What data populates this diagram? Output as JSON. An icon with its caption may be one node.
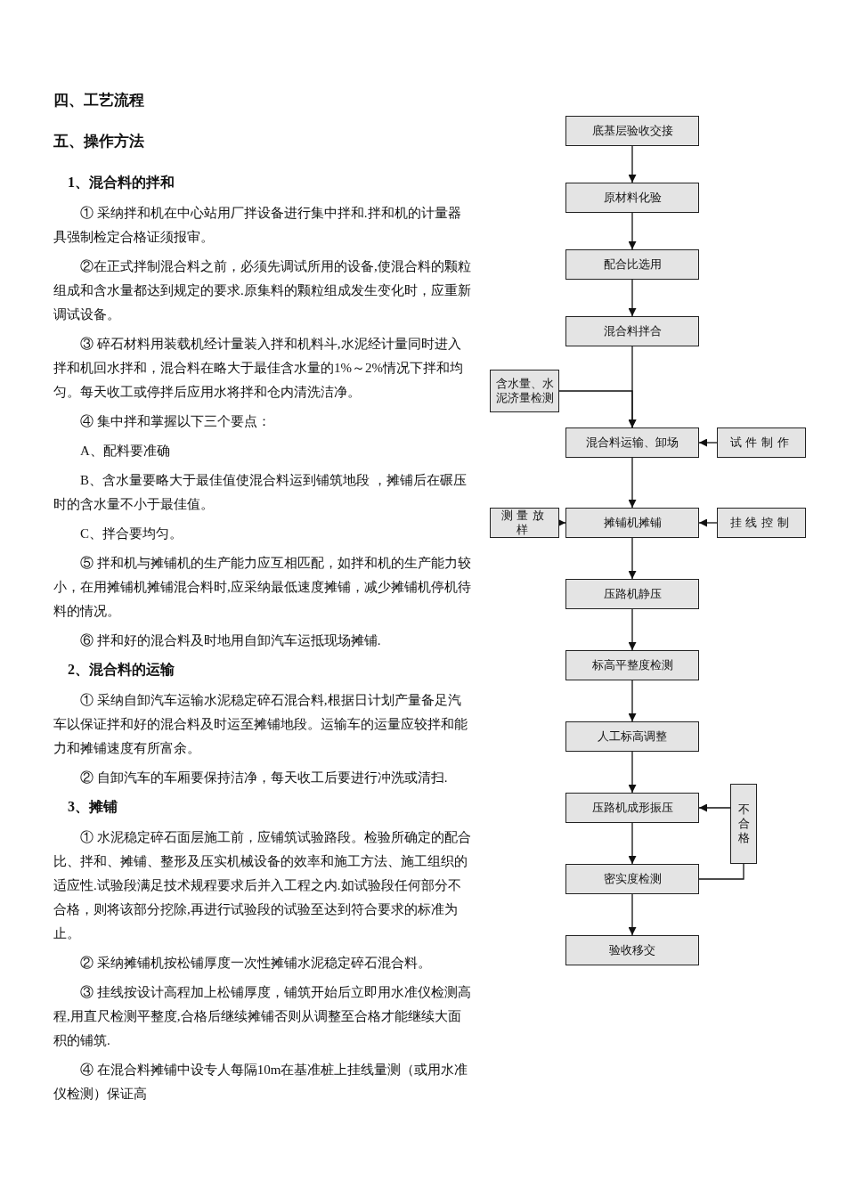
{
  "diagram": {
    "title": "四、工艺流程",
    "nodes": [
      {
        "text": [
          "底基层验收交接"
        ]
      },
      {
        "text": [
          "原材料化验"
        ]
      },
      {
        "text": [
          "配合比选用"
        ]
      },
      {
        "text": [
          "混合料拌合"
        ]
      },
      {
        "text": [
          "含水量、水泥济量检测"
        ]
      },
      {
        "text": [
          "混合料运输、卸场"
        ]
      },
      {
        "text": [
          "试件制作"
        ]
      },
      {
        "text": [
          "测量放样"
        ]
      },
      {
        "text": [
          "摊铺机摊铺"
        ]
      },
      {
        "text": [
          "挂线控制"
        ]
      },
      {
        "text": [
          "压路机静压"
        ]
      },
      {
        "text": [
          "标高平整度检测"
        ]
      },
      {
        "text": [
          "人工标高调整"
        ]
      },
      {
        "text": [
          "压路机成形振压"
        ]
      },
      {
        "text": [
          "不合格"
        ]
      },
      {
        "text": [
          "密实度检测"
        ]
      },
      {
        "text": [
          "验收移交"
        ]
      }
    ],
    "edges": [
      {
        "from": 0,
        "to": 1,
        "arrow": "to"
      },
      {
        "from": 1,
        "to": 2,
        "arrow": "to"
      },
      {
        "from": 2,
        "to": 3,
        "arrow": "to"
      },
      {
        "from": 3,
        "to": 5,
        "arrow": "to"
      },
      {
        "from": 4,
        "to": 5,
        "arrow": "to"
      },
      {
        "from": 6,
        "to": 5,
        "arrow": "to"
      },
      {
        "from": 5,
        "to": 8,
        "arrow": "to"
      },
      {
        "from": 7,
        "to": 8,
        "arrow": "to"
      },
      {
        "from": 9,
        "to": 8,
        "arrow": "to"
      },
      {
        "from": 8,
        "to": 10,
        "arrow": "to"
      },
      {
        "from": 10,
        "to": 11,
        "arrow": "to"
      },
      {
        "from": 11,
        "to": 12,
        "arrow": "to"
      },
      {
        "from": 12,
        "to": 13,
        "arrow": "to"
      },
      {
        "from": 13,
        "to": 15,
        "arrow": "to"
      },
      {
        "from": 15,
        "to": 14,
        "arrow": "none"
      },
      {
        "from": 14,
        "to": 13,
        "arrow": "to"
      },
      {
        "from": 15,
        "to": 16,
        "arrow": "to"
      }
    ],
    "labels": [
      "五、操作方法",
      "1、混合料的拌和",
      "① 采纳拌和机在中心站用厂拌设备进行集中拌和.拌和机的计量器具强制检定合格证须报审。",
      "②在正式拌制混合料之前，必须先调试所用的设备,使混合料的颗粒组成和含水量都达到规定的要求.原集料的颗粒组成发生变化时，应重新调试设备。",
      "③ 碎石材料用装载机经计量装入拌和机料斗,水泥经计量同时进入拌和机回水拌和，混合料在略大于最佳含水量的1%～2%情况下拌和均匀。每天收工或停拌后应用水将拌和仓内清洗洁净。",
      "④ 集中拌和掌握以下三个要点：",
      "A、配料要准确",
      "B、含水量要略大于最佳值使混合料运到铺筑地段 ，摊铺后在碾压时的含水量不小于最佳值。",
      "C、拌合要均匀。",
      "⑤ 拌和机与摊铺机的生产能力应互相匹配，如拌和机的生产能力较小，在用摊铺机摊铺混合料时,应采纳最低速度摊铺，减少摊铺机停机待料的情况。",
      "⑥ 拌和好的混合料及时地用自卸汽车运抵现场摊铺.",
      "2、混合料的运输",
      "① 采纳自卸汽车运输水泥稳定碎石混合料,根据日计划产量备足汽车以保证拌和好的混合料及时运至摊铺地段。运输车的运量应较拌和能力和摊铺速度有所富余。",
      "② 自卸汽车的车厢要保持洁净，每天收工后要进行冲洗或清扫.",
      "3、摊铺",
      "① 水泥稳定碎石面层施工前，应铺筑试验路段。检验所确定的配合比、拌和、摊铺、整形及压实机械设备的效率和施工方法、施工组织的适应性.试验段满足技术规程要求后并入工程之内.如试验段任何部分不合格，则将该部分挖除,再进行试验段的试验至达到符合要求的标准为止。",
      "② 采纳摊铺机按松铺厚度一次性摊铺水泥稳定碎石混合料。",
      "③ 挂线按设计高程加上松铺厚度，铺筑开始后立即用水准仪检测高程,用直尺检测平整度,合格后继续摊铺否则从调整至合格才能继续大面积的铺筑.",
      "④ 在混合料摊铺中设专人每隔10m在基准桩上挂线量测（或用水准仪检测）保证高"
    ]
  }
}
